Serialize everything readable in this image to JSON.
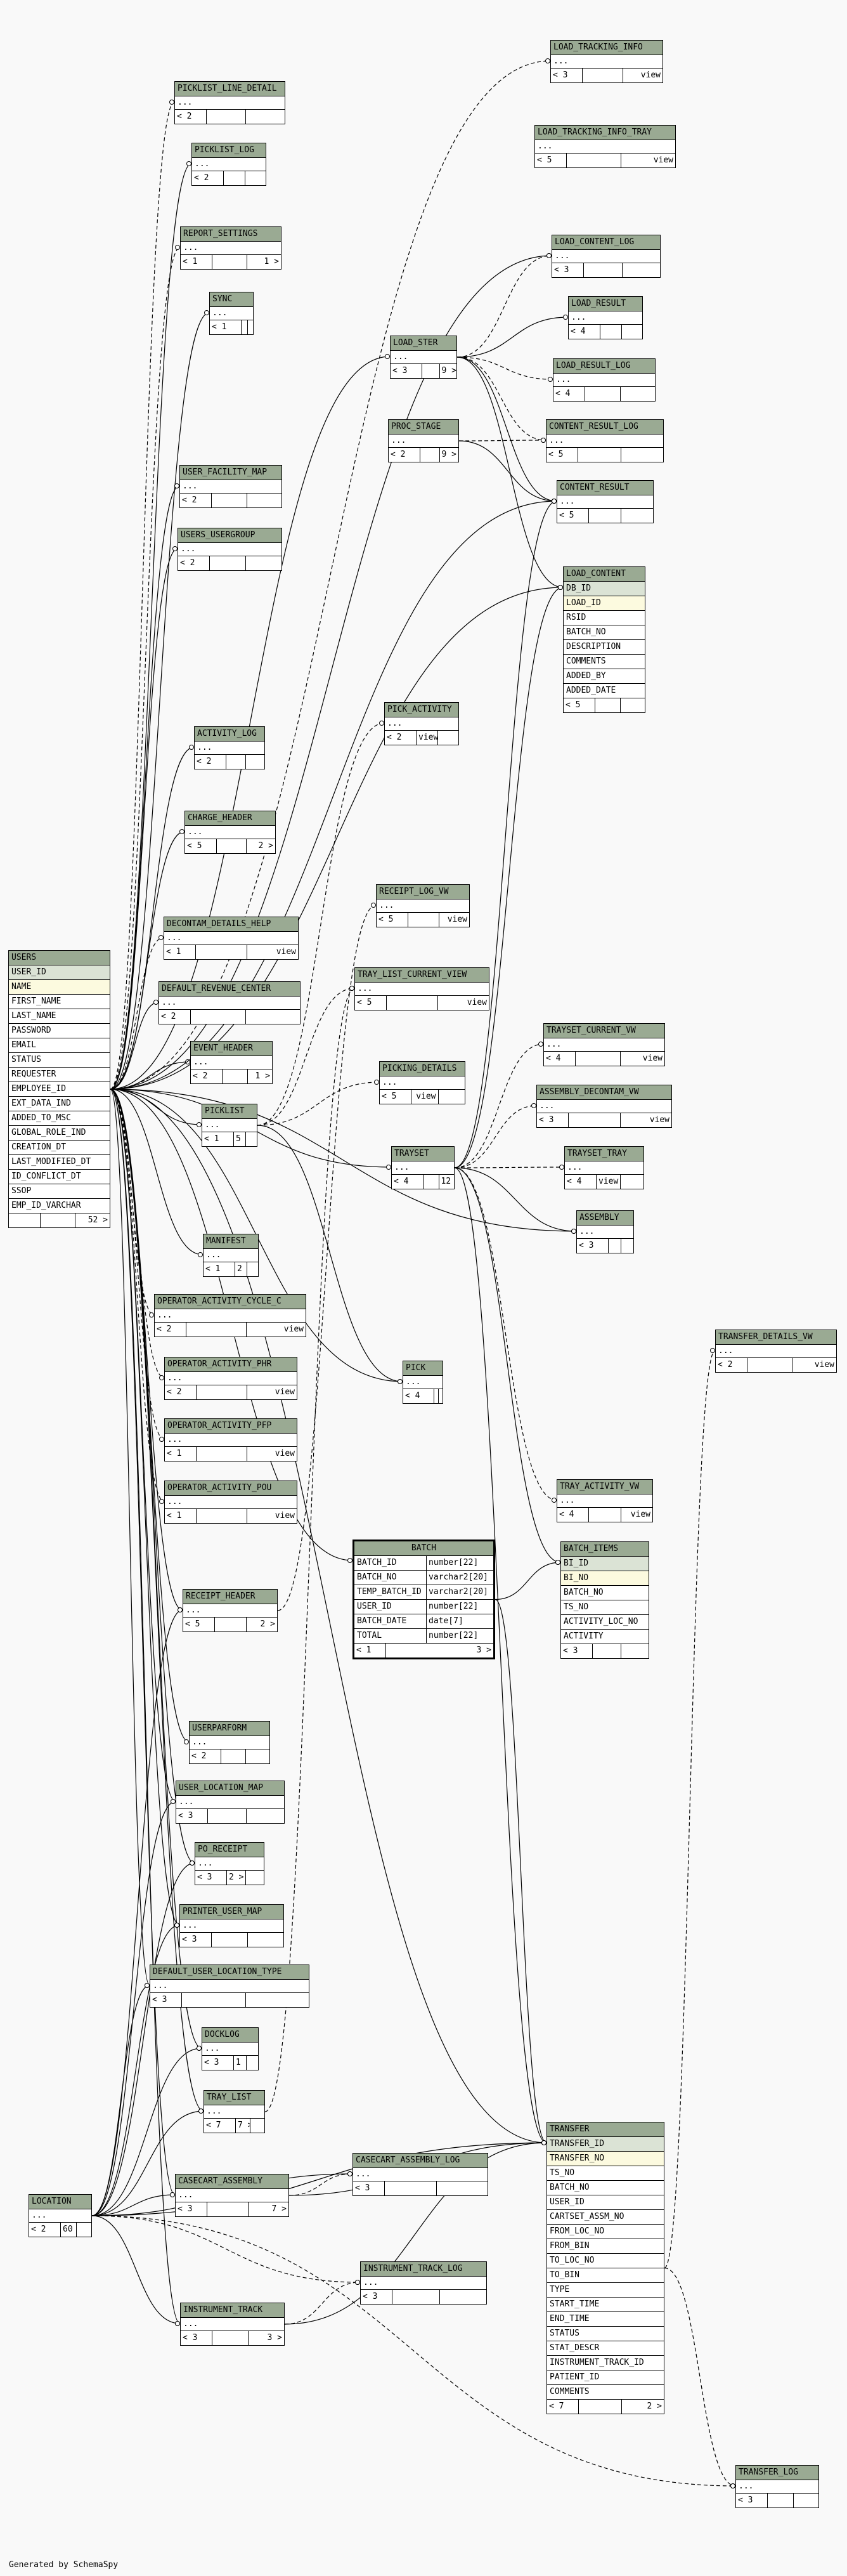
{
  "footer": "Generated by SchemaSpy",
  "tables": [
    {
      "id": "LOAD_TRACKING_INFO",
      "title": "LOAD_TRACKING_INFO",
      "rows": [
        "..."
      ],
      "footer": [
        "< 3",
        "",
        "view"
      ]
    },
    {
      "id": "PICKLIST_LINE_DETAIL",
      "title": "PICKLIST_LINE_DETAIL",
      "rows": [
        "..."
      ],
      "footer": [
        "< 2",
        "",
        ""
      ]
    },
    {
      "id": "LOAD_TRACKING_INFO_TRAY",
      "title": "LOAD_TRACKING_INFO_TRAY",
      "rows": [
        "..."
      ],
      "footer": [
        "< 5",
        "",
        "view"
      ]
    },
    {
      "id": "PICKLIST_LOG",
      "title": "PICKLIST_LOG",
      "rows": [
        "..."
      ],
      "footer": [
        "< 2",
        "",
        ""
      ]
    },
    {
      "id": "REPORT_SETTINGS",
      "title": "REPORT_SETTINGS",
      "rows": [
        "..."
      ],
      "footer": [
        "< 1",
        "",
        "1 >"
      ]
    },
    {
      "id": "LOAD_CONTENT_LOG",
      "title": "LOAD_CONTENT_LOG",
      "rows": [
        "..."
      ],
      "footer": [
        "< 3",
        "",
        ""
      ]
    },
    {
      "id": "SYNC",
      "title": "SYNC",
      "rows": [
        "..."
      ],
      "footer": [
        "< 1",
        "",
        ""
      ]
    },
    {
      "id": "LOAD_RESULT",
      "title": "LOAD_RESULT",
      "rows": [
        "..."
      ],
      "footer": [
        "< 4",
        "",
        ""
      ]
    },
    {
      "id": "LOAD_STER",
      "title": "LOAD_STER",
      "rows": [
        "..."
      ],
      "footer": [
        "< 3",
        "",
        "9 >"
      ]
    },
    {
      "id": "LOAD_RESULT_LOG",
      "title": "LOAD_RESULT_LOG",
      "rows": [
        "..."
      ],
      "footer": [
        "< 4",
        "",
        ""
      ]
    },
    {
      "id": "PROC_STAGE",
      "title": "PROC_STAGE",
      "rows": [
        "..."
      ],
      "footer": [
        "< 2",
        "",
        "9 >"
      ]
    },
    {
      "id": "CONTENT_RESULT_LOG",
      "title": "CONTENT_RESULT_LOG",
      "rows": [
        "..."
      ],
      "footer": [
        "< 5",
        "",
        ""
      ]
    },
    {
      "id": "USER_FACILITY_MAP",
      "title": "USER_FACILITY_MAP",
      "rows": [
        "..."
      ],
      "footer": [
        "< 2",
        "",
        ""
      ]
    },
    {
      "id": "CONTENT_RESULT",
      "title": "CONTENT_RESULT",
      "rows": [
        "..."
      ],
      "footer": [
        "< 5",
        "",
        ""
      ]
    },
    {
      "id": "USERS_USERGROUP",
      "title": "USERS_USERGROUP",
      "rows": [
        "..."
      ],
      "footer": [
        "< 2",
        "",
        ""
      ]
    },
    {
      "id": "LOAD_CONTENT",
      "title": "LOAD_CONTENT",
      "rows": [
        "DB_ID",
        "LOAD_ID",
        "RSID",
        "BATCH_NO",
        "DESCRIPTION",
        "COMMENTS",
        "ADDED_BY",
        "ADDED_DATE"
      ],
      "footer": [
        "< 5",
        "",
        ""
      ]
    },
    {
      "id": "PICK_ACTIVITY",
      "title": "PICK_ACTIVITY",
      "rows": [
        "..."
      ],
      "footer": [
        "< 2",
        "view",
        ""
      ]
    },
    {
      "id": "ACTIVITY_LOG",
      "title": "ACTIVITY_LOG",
      "rows": [
        "..."
      ],
      "footer": [
        "< 2",
        "",
        ""
      ]
    },
    {
      "id": "CHARGE_HEADER",
      "title": "CHARGE_HEADER",
      "rows": [
        "..."
      ],
      "footer": [
        "< 5",
        "",
        "2 >"
      ]
    },
    {
      "id": "RECEIPT_LOG_VW",
      "title": "RECEIPT_LOG_VW",
      "rows": [
        "..."
      ],
      "footer": [
        "< 5",
        "",
        "view"
      ]
    },
    {
      "id": "DECONTAM_DETAILS_HELP",
      "title": "DECONTAM_DETAILS_HELP",
      "rows": [
        "..."
      ],
      "footer": [
        "< 1",
        "",
        "view"
      ]
    },
    {
      "id": "TRAY_LIST_CURRENT_VIEW",
      "title": "TRAY_LIST_CURRENT_VIEW",
      "rows": [
        "..."
      ],
      "footer": [
        "< 5",
        "",
        "view"
      ]
    },
    {
      "id": "USERS",
      "title": "USERS",
      "rows": [
        "USER_ID",
        "NAME",
        "FIRST_NAME",
        "LAST_NAME",
        "PASSWORD",
        "EMAIL",
        "STATUS",
        "REQUESTER",
        "EMPLOYEE_ID",
        "EXT_DATA_IND",
        "ADDED_TO_MSC",
        "GLOBAL_ROLE_IND",
        "CREATION_DT",
        "LAST_MODIFIED_DT",
        "ID_CONFLICT_DT",
        "SSOP",
        "EMP_ID_VARCHAR"
      ],
      "footer": [
        "",
        "",
        "52 >"
      ]
    },
    {
      "id": "DEFAULT_REVENUE_CENTER",
      "title": "DEFAULT_REVENUE_CENTER",
      "rows": [
        "..."
      ],
      "footer": [
        "< 2",
        "",
        ""
      ]
    },
    {
      "id": "TRAYSET_CURRENT_VW",
      "title": "TRAYSET_CURRENT_VW",
      "rows": [
        "..."
      ],
      "footer": [
        "< 4",
        "",
        "view"
      ]
    },
    {
      "id": "EVENT_HEADER",
      "title": "EVENT_HEADER",
      "rows": [
        "..."
      ],
      "footer": [
        "< 2",
        "",
        "1 >"
      ]
    },
    {
      "id": "PICKING_DETAILS",
      "title": "PICKING_DETAILS",
      "rows": [
        "..."
      ],
      "footer": [
        "< 5",
        "view",
        ""
      ]
    },
    {
      "id": "ASSEMBLY_DECONTAM_VW",
      "title": "ASSEMBLY_DECONTAM_VW",
      "rows": [
        "..."
      ],
      "footer": [
        "< 3",
        "",
        "view"
      ]
    },
    {
      "id": "PICKLIST",
      "title": "PICKLIST",
      "rows": [
        "..."
      ],
      "footer": [
        "< 1",
        "5 >",
        ""
      ]
    },
    {
      "id": "TRAYSET",
      "title": "TRAYSET",
      "rows": [
        "..."
      ],
      "footer": [
        "< 4",
        "",
        "12 >"
      ]
    },
    {
      "id": "TRAYSET_TRAY",
      "title": "TRAYSET_TRAY",
      "rows": [
        "..."
      ],
      "footer": [
        "< 4",
        "view",
        ""
      ]
    },
    {
      "id": "ASSEMBLY",
      "title": "ASSEMBLY",
      "rows": [
        "..."
      ],
      "footer": [
        "< 3",
        "",
        ""
      ]
    },
    {
      "id": "MANIFEST",
      "title": "MANIFEST",
      "rows": [
        "..."
      ],
      "footer": [
        "< 1",
        "2 >",
        ""
      ]
    },
    {
      "id": "OPERATOR_ACTIVITY_CYCLE_C",
      "title": "OPERATOR_ACTIVITY_CYCLE_C",
      "rows": [
        "..."
      ],
      "footer": [
        "< 2",
        "",
        "view"
      ]
    },
    {
      "id": "TRANSFER_DETAILS_VW",
      "title": "TRANSFER_DETAILS_VW",
      "rows": [
        "..."
      ],
      "footer": [
        "< 2",
        "",
        "view"
      ]
    },
    {
      "id": "OPERATOR_ACTIVITY_PHR",
      "title": "OPERATOR_ACTIVITY_PHR",
      "rows": [
        "..."
      ],
      "footer": [
        "< 2",
        "",
        "view"
      ]
    },
    {
      "id": "PICK",
      "title": "PICK",
      "rows": [
        "..."
      ],
      "footer": [
        "< 4",
        "",
        ""
      ]
    },
    {
      "id": "OPERATOR_ACTIVITY_PFP",
      "title": "OPERATOR_ACTIVITY_PFP",
      "rows": [
        "..."
      ],
      "footer": [
        "< 1",
        "",
        "view"
      ]
    },
    {
      "id": "OPERATOR_ACTIVITY_POU",
      "title": "OPERATOR_ACTIVITY_POU",
      "rows": [
        "..."
      ],
      "footer": [
        "< 1",
        "",
        "view"
      ]
    },
    {
      "id": "TRAY_ACTIVITY_VW",
      "title": "TRAY_ACTIVITY_VW",
      "rows": [
        "..."
      ],
      "footer": [
        "< 4",
        "",
        "view"
      ]
    },
    {
      "id": "BATCH_ITEMS",
      "title": "BATCH_ITEMS",
      "rows": [
        "BI_ID",
        "BI_NO",
        "BATCH_NO",
        "TS_NO",
        "ACTIVITY_LOC_NO",
        "ACTIVITY"
      ],
      "footer": [
        "< 3",
        "",
        ""
      ]
    },
    {
      "id": "RECEIPT_HEADER",
      "title": "RECEIPT_HEADER",
      "rows": [
        "..."
      ],
      "footer": [
        "< 5",
        "",
        "2 >"
      ]
    },
    {
      "id": "USERPARFORM",
      "title": "USERPARFORM",
      "rows": [
        "..."
      ],
      "footer": [
        "< 2",
        "",
        ""
      ]
    },
    {
      "id": "USER_LOCATION_MAP",
      "title": "USER_LOCATION_MAP",
      "rows": [
        "..."
      ],
      "footer": [
        "< 3",
        "",
        ""
      ]
    },
    {
      "id": "PO_RECEIPT",
      "title": "PO_RECEIPT",
      "rows": [
        "..."
      ],
      "footer": [
        "< 3",
        "2 >",
        ""
      ]
    },
    {
      "id": "PRINTER_USER_MAP",
      "title": "PRINTER_USER_MAP",
      "rows": [
        "..."
      ],
      "footer": [
        "< 3",
        "",
        ""
      ]
    },
    {
      "id": "DEFAULT_USER_LOCATION_TYPE",
      "title": "DEFAULT_USER_LOCATION_TYPE",
      "rows": [
        "..."
      ],
      "footer": [
        "< 3",
        "",
        ""
      ]
    },
    {
      "id": "DOCKLOG",
      "title": "DOCKLOG",
      "rows": [
        "..."
      ],
      "footer": [
        "< 3",
        "1 >",
        ""
      ]
    },
    {
      "id": "TRAY_LIST",
      "title": "TRAY_LIST",
      "rows": [
        "..."
      ],
      "footer": [
        "< 7",
        "7 >",
        ""
      ]
    },
    {
      "id": "CASECART_ASSEMBLY",
      "title": "CASECART_ASSEMBLY",
      "rows": [
        "..."
      ],
      "footer": [
        "< 3",
        "",
        "7 >"
      ]
    },
    {
      "id": "CASECART_ASSEMBLY_LOG",
      "title": "CASECART_ASSEMBLY_LOG",
      "rows": [
        "..."
      ],
      "footer": [
        "< 3",
        "",
        ""
      ]
    },
    {
      "id": "LOCATION",
      "title": "LOCATION",
      "rows": [
        "..."
      ],
      "footer": [
        "< 2",
        "60 >",
        ""
      ]
    },
    {
      "id": "INSTRUMENT_TRACK_LOG",
      "title": "INSTRUMENT_TRACK_LOG",
      "rows": [
        "..."
      ],
      "footer": [
        "< 3",
        "",
        ""
      ]
    },
    {
      "id": "INSTRUMENT_TRACK",
      "title": "INSTRUMENT_TRACK",
      "rows": [
        "..."
      ],
      "footer": [
        "< 3",
        "",
        "3 >"
      ]
    },
    {
      "id": "TRANSFER",
      "title": "TRANSFER",
      "rows": [
        "TRANSFER_ID",
        "TRANSFER_NO",
        "TS_NO",
        "BATCH_NO",
        "USER_ID",
        "CARTSET_ASSM_NO",
        "FROM_LOC_NO",
        "FROM_BIN",
        "TO_LOC_NO",
        "TO_BIN",
        "TYPE",
        "START_TIME",
        "END_TIME",
        "STATUS",
        "STAT_DESCR",
        "INSTRUMENT_TRACK_ID",
        "PATIENT_ID",
        "COMMENTS"
      ],
      "footer": [
        "< 7",
        "",
        "2 >"
      ]
    },
    {
      "id": "TRANSFER_LOG",
      "title": "TRANSFER_LOG",
      "rows": [
        "..."
      ],
      "footer": [
        "< 3",
        "",
        ""
      ]
    }
  ],
  "focus_table": {
    "title": "BATCH",
    "rows": [
      {
        "name": "BATCH_ID",
        "type": "number[22]"
      },
      {
        "name": "BATCH_NO",
        "type": "varchar2[20]"
      },
      {
        "name": "TEMP_BATCH_ID",
        "type": "varchar2[20]"
      },
      {
        "name": "USER_ID",
        "type": "number[22]"
      },
      {
        "name": "BATCH_DATE",
        "type": "date[7]"
      },
      {
        "name": "TOTAL",
        "type": "number[22]"
      }
    ],
    "footer": [
      "< 1",
      "3 >"
    ]
  }
}
